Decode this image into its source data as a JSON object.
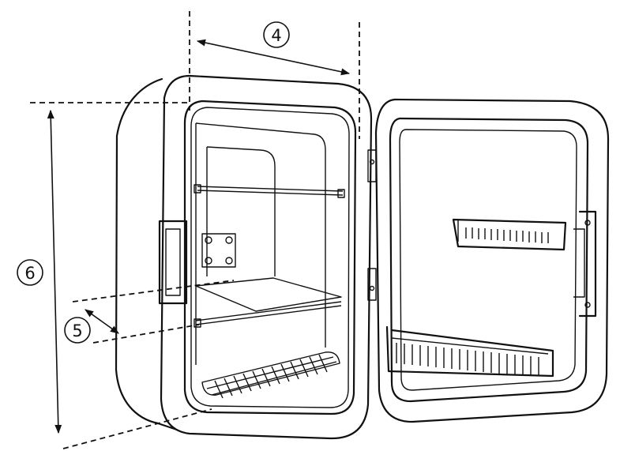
{
  "callouts": {
    "width_label": "4",
    "shelf_gap_label": "5",
    "height_label": "6"
  },
  "colors": {
    "line": "#111111",
    "background": "#ffffff"
  }
}
